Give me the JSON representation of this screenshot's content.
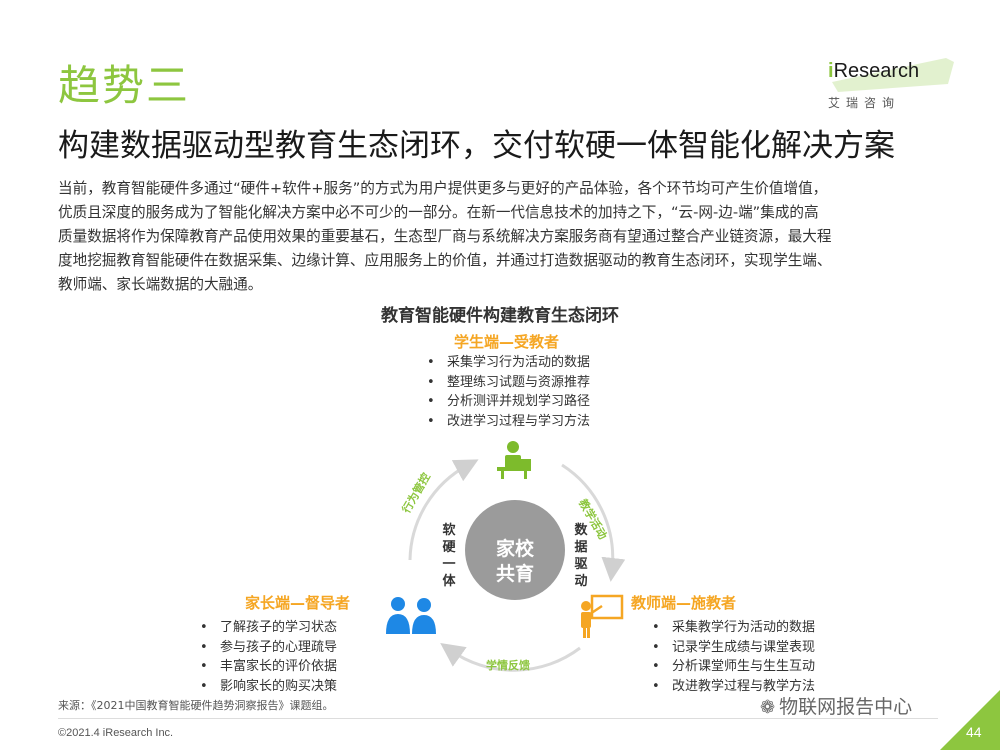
{
  "slide": {
    "tag": "趋势三",
    "headline": "构建数据驱动型教育生态闭环，交付软硬一体智能化解决方案",
    "intro_lines": [
      "当前，教育智能硬件多通过“硬件+软件+服务”的方式为用户提供更多与更好的产品体验，各个环节均可产生价值增值，",
      "优质且深度的服务成为了智能化解决方案中必不可少的一部分。在新一代信息技术的加持之下，“云-网-边-端”集成的高",
      "质量数据将作为保障教育产品使用效果的重要基石，生态型厂商与系统解决方案服务商有望通过整合产业链资源，最大程",
      "度地挖掘教育智能硬件在数据采集、边缘计算、应用服务上的价值，并通过打造数据驱动的教育生态闭环，实现学生端、",
      "教师端、家长端数据的大融通。"
    ]
  },
  "logo": {
    "i": "i",
    "word": "Research",
    "sub": "艾瑞咨询"
  },
  "diagram": {
    "title": "教育智能硬件构建教育生态闭环",
    "center": [
      "家校",
      "共育"
    ],
    "left_inner": "软硬一体",
    "right_inner": "数据驱动",
    "arc_labels": {
      "top_left": "行为管控",
      "top_right": "教学活动",
      "bottom": "学情反馈"
    },
    "student": {
      "title": "学生端—受教者",
      "items": [
        "采集学习行为活动的数据",
        "整理练习试题与资源推荐",
        "分析测评并规划学习路径",
        "改进学习过程与学习方法"
      ]
    },
    "parent": {
      "title": "家长端—督导者",
      "items": [
        "了解孩子的学习状态",
        "参与孩子的心理疏导",
        "丰富家长的评价依据",
        "影响家长的购买决策"
      ]
    },
    "teacher": {
      "title": "教师端—施教者",
      "items": [
        "采集教学行为活动的数据",
        "记录学生成绩与课堂表现",
        "分析课堂师生与生生互动",
        "改进教学过程与教学方法"
      ]
    },
    "icons": {
      "student": "student-desk-icon",
      "parent": "parents-icon",
      "teacher": "teacher-board-icon"
    }
  },
  "footer": {
    "source": "来源：《2021中国教育智能硬件趋势洞察报告》课题组。",
    "copyright": "©2021.4 iResearch Inc.",
    "watermark": "物联网报告中心",
    "page": "44"
  },
  "colors": {
    "lime": "#8dc63f",
    "orange": "#f5a623",
    "green_icon": "#7dbb2c",
    "blue_icon": "#1e88e5",
    "gray_circle": "#999999"
  }
}
